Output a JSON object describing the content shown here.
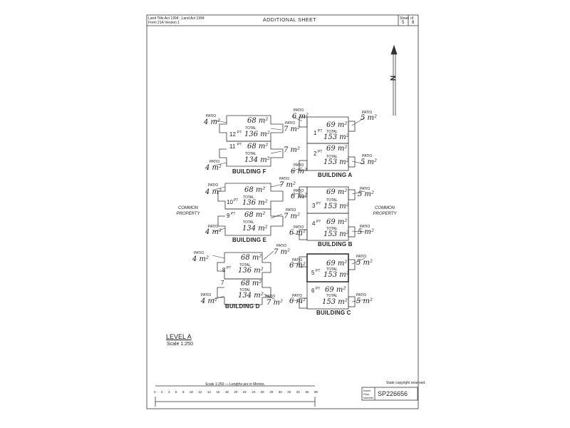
{
  "header": {
    "act_line1": "Land Title Act 1994 ; Land Act 1994",
    "act_line2": "Form 21A Version 1",
    "title": "ADDITIONAL SHEET",
    "sheet_label": "Sheet",
    "sheet_no": "5",
    "of_label": "of",
    "sheet_total": "8"
  },
  "north_label": "N",
  "labels": {
    "patio": "PATIO",
    "total": "TOTAL",
    "pt": "PT"
  },
  "common_property": "COMMON PROPERTY",
  "buildings": {
    "F": {
      "name": "BUILDING F",
      "lots": [
        {
          "lot": "12",
          "area": "68 m²",
          "total": "136 m²",
          "patio_left": "4 m²",
          "patio_right": "7 m²"
        },
        {
          "lot": "11",
          "area": "68 m²",
          "total": "134 m²",
          "patio_left": "4 m²",
          "patio_right": "7 m²"
        }
      ]
    },
    "E": {
      "name": "BUILDING E",
      "lots": [
        {
          "lot": "10",
          "area": "68 m²",
          "total": "136 m²",
          "patio_left": "4 m²",
          "patio_right": "7 m²"
        },
        {
          "lot": "9",
          "area": "68 m²",
          "total": "134 m²",
          "patio_left": "4 m²",
          "patio_right": "7 m²"
        }
      ]
    },
    "D": {
      "name": "BUILDING D",
      "lots": [
        {
          "lot": "8",
          "area": "68 m²",
          "total": "136 m²",
          "patio_left": "4 m²",
          "patio_right": "7 m²"
        },
        {
          "lot": "7",
          "area": "68 m²",
          "total": "134 m²",
          "patio_left": "4 m²",
          "patio_right": "7 m²"
        }
      ]
    },
    "A": {
      "name": "BUILDING A",
      "lots": [
        {
          "lot": "1",
          "area": "69 m²",
          "total": "153 m²",
          "patio_left": "6 m²",
          "patio_right": "5 m²"
        },
        {
          "lot": "2",
          "area": "69 m²",
          "total": "153 m²",
          "patio_left": "6 m²",
          "patio_right": "5 m²"
        }
      ]
    },
    "B": {
      "name": "BUILDING B",
      "lots": [
        {
          "lot": "3",
          "area": "69 m²",
          "total": "153 m²",
          "patio_left": "6 m²",
          "patio_right": "5 m²"
        },
        {
          "lot": "4",
          "area": "69 m²",
          "total": "153 m²",
          "patio_left": "6 m²",
          "patio_right": "5 m²"
        }
      ]
    },
    "C": {
      "name": "BUILDING C",
      "lots": [
        {
          "lot": "5",
          "area": "69 m²",
          "total": "153 m²",
          "patio_left": "6 m²",
          "patio_right": "5 m²"
        },
        {
          "lot": "6",
          "area": "69 m²",
          "total": "153 m²",
          "patio_left": "6 m²",
          "patio_right": "5 m²"
        }
      ]
    }
  },
  "level": {
    "title": "LEVEL A",
    "scale": "Scale 1:250"
  },
  "scale_bar": {
    "caption": "Scale 1:250 — Lengths are in Metres.",
    "ticks": [
      "0",
      "2",
      "4",
      "6",
      "8",
      "10",
      "12",
      "14",
      "16",
      "18",
      "20",
      "22",
      "24",
      "26",
      "28",
      "30",
      "32",
      "34",
      "36",
      "38"
    ]
  },
  "footer": {
    "copyright": "State copyright reserved.",
    "plan_label_1": "Insert",
    "plan_label_2": "Plan",
    "plan_label_3": "Number",
    "plan_number": "SP226656"
  }
}
